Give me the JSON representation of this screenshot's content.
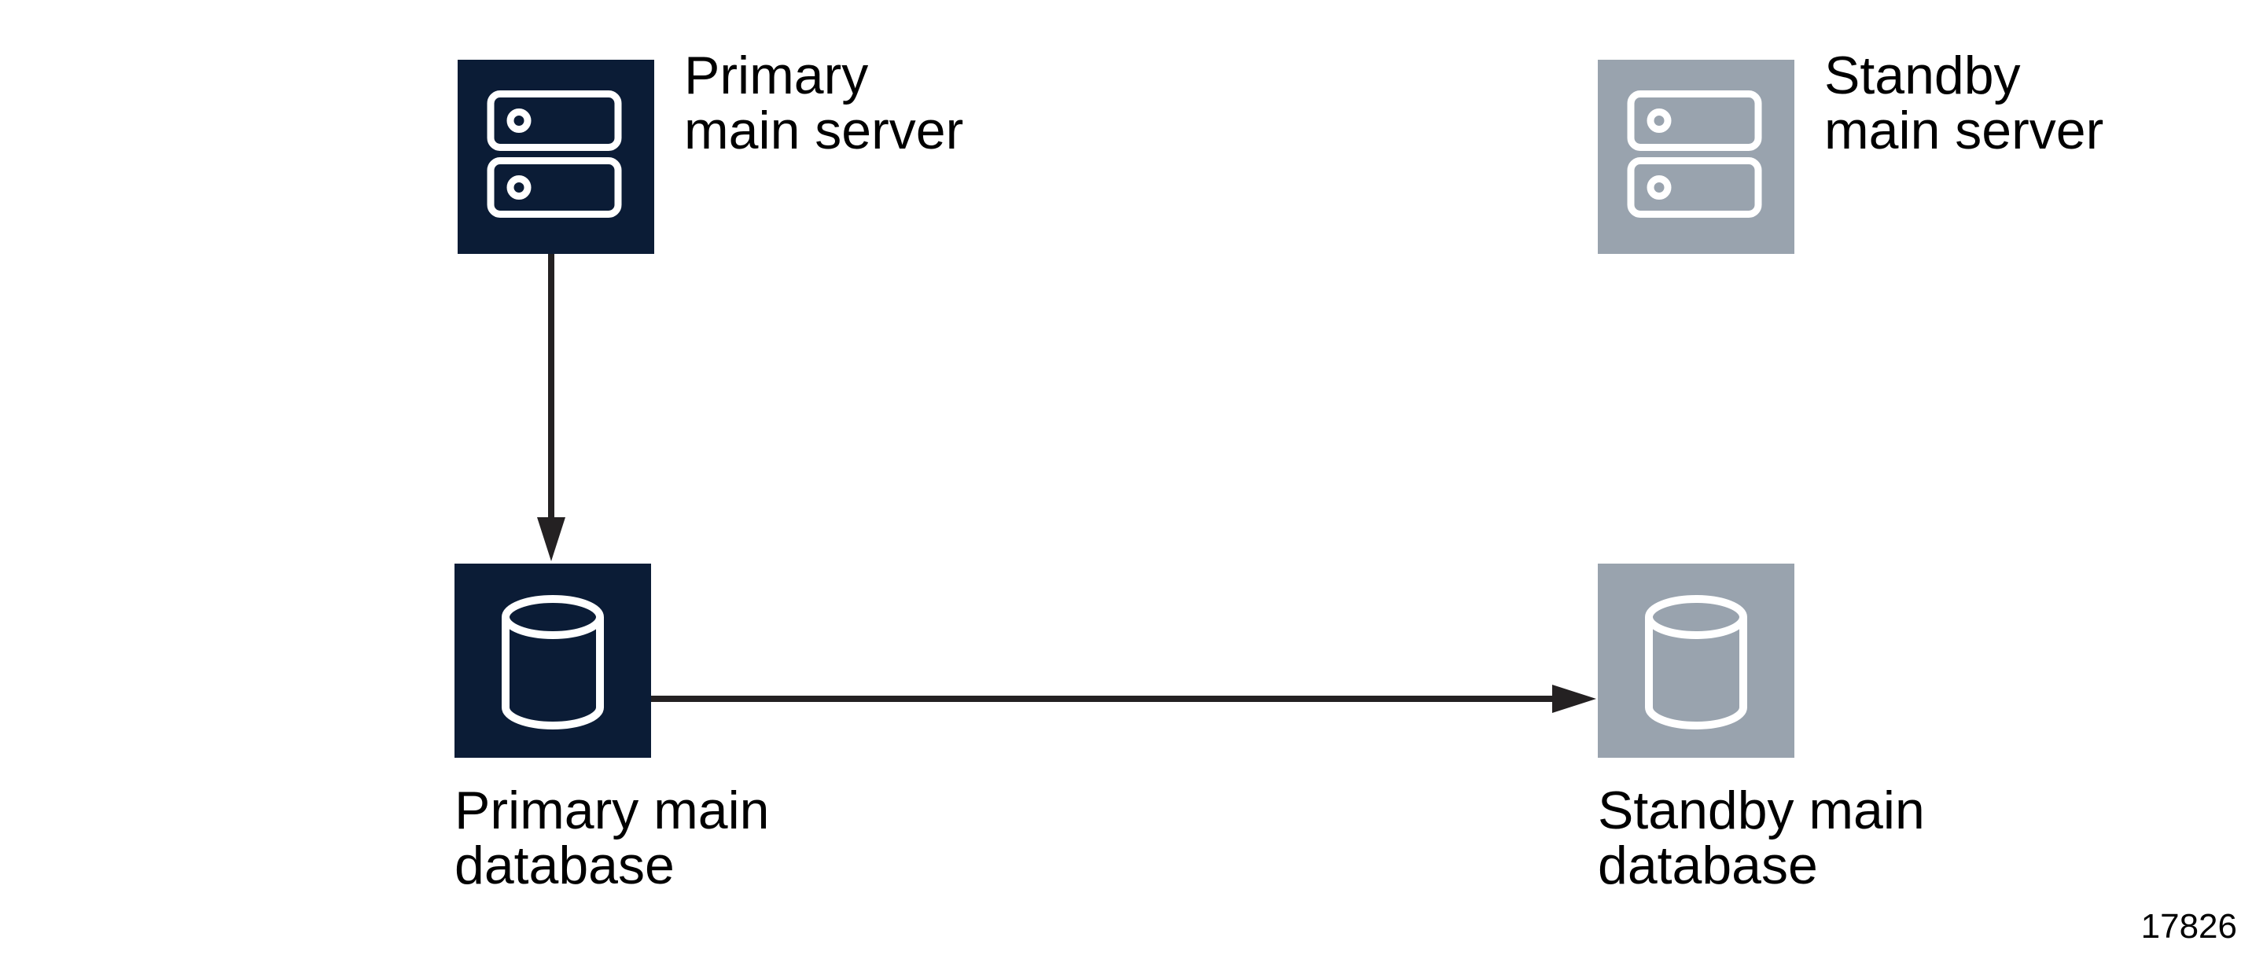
{
  "colors": {
    "background": "#ffffff",
    "primary_node_fill": "#0b1c36",
    "standby_node_fill": "#99a3ae",
    "icon_stroke": "#ffffff",
    "arrow": "#242122",
    "label_text": "#000000"
  },
  "nodes": {
    "primary_server": {
      "icon": "server-icon",
      "state": "primary",
      "line1": "Primary",
      "line2": "main server"
    },
    "standby_server": {
      "icon": "server-icon",
      "state": "standby",
      "line1": "Standby",
      "line2": "main server"
    },
    "primary_database": {
      "icon": "database-icon",
      "state": "primary",
      "line1": "Primary main",
      "line2": "database"
    },
    "standby_database": {
      "icon": "database-icon",
      "state": "standby",
      "line1": "Standby main",
      "line2": "database"
    }
  },
  "arrows": [
    {
      "name": "primary-server-to-primary-database",
      "direction": "down"
    },
    {
      "name": "primary-database-to-standby-database",
      "direction": "right"
    }
  ],
  "figure_number": "17826"
}
